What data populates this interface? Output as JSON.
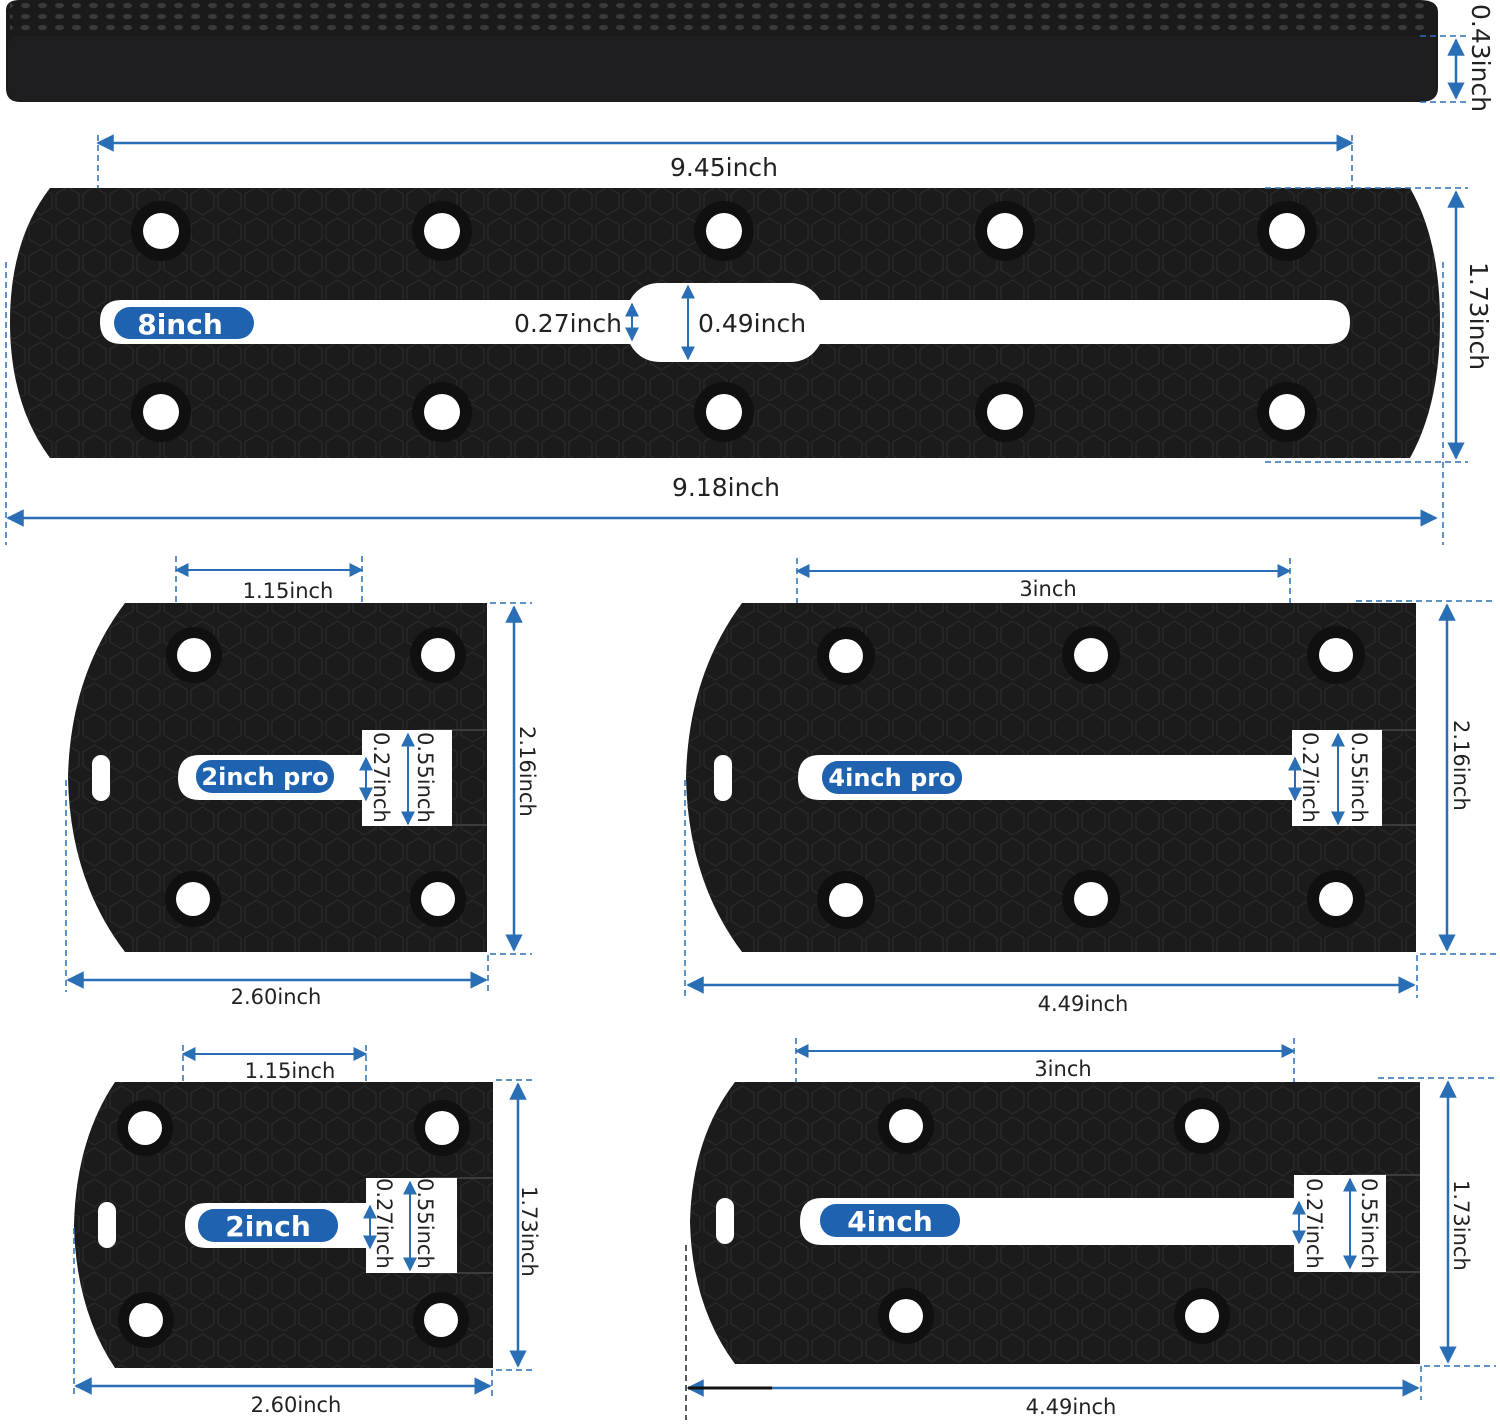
{
  "colors": {
    "plate": "#1b1b1c",
    "plate_edge": "#0d0d0e",
    "dimension_line": "#2a6fb6",
    "badge": "#1f63b0",
    "background": "#ffffff",
    "hole": "#ffffff",
    "text": "#222222"
  },
  "icons": {
    "hex_texture": "hexagon-pattern",
    "mount_hole": "circle-hole"
  },
  "top_view": {
    "thickness": "0.43inch"
  },
  "plate_8inch": {
    "badge": "8inch",
    "hole_spacing_total": "9.45inch",
    "slot_width": "0.27inch",
    "center_cutout_width": "0.49inch",
    "height": "1.73inch",
    "length": "9.18inch"
  },
  "plate_2inch_pro": {
    "badge": "2inch pro",
    "hole_spacing": "1.15inch",
    "slot_width": "0.27inch",
    "slot_outer_width": "0.55inch",
    "height": "2.16inch",
    "length": "2.60inch"
  },
  "plate_4inch_pro": {
    "badge": "4inch pro",
    "hole_spacing": "3inch",
    "slot_width": "0.27inch",
    "slot_outer_width": "0.55inch",
    "height": "2.16inch",
    "length": "4.49inch"
  },
  "plate_2inch": {
    "badge": "2inch",
    "hole_spacing": "1.15inch",
    "slot_width": "0.27inch",
    "slot_outer_width": "0.55inch",
    "height": "1.73inch",
    "length": "2.60inch"
  },
  "plate_4inch": {
    "badge": "4inch",
    "hole_spacing": "3inch",
    "slot_width": "0.27inch",
    "slot_outer_width": "0.55inch",
    "height": "1.73inch",
    "length": "4.49inch"
  }
}
